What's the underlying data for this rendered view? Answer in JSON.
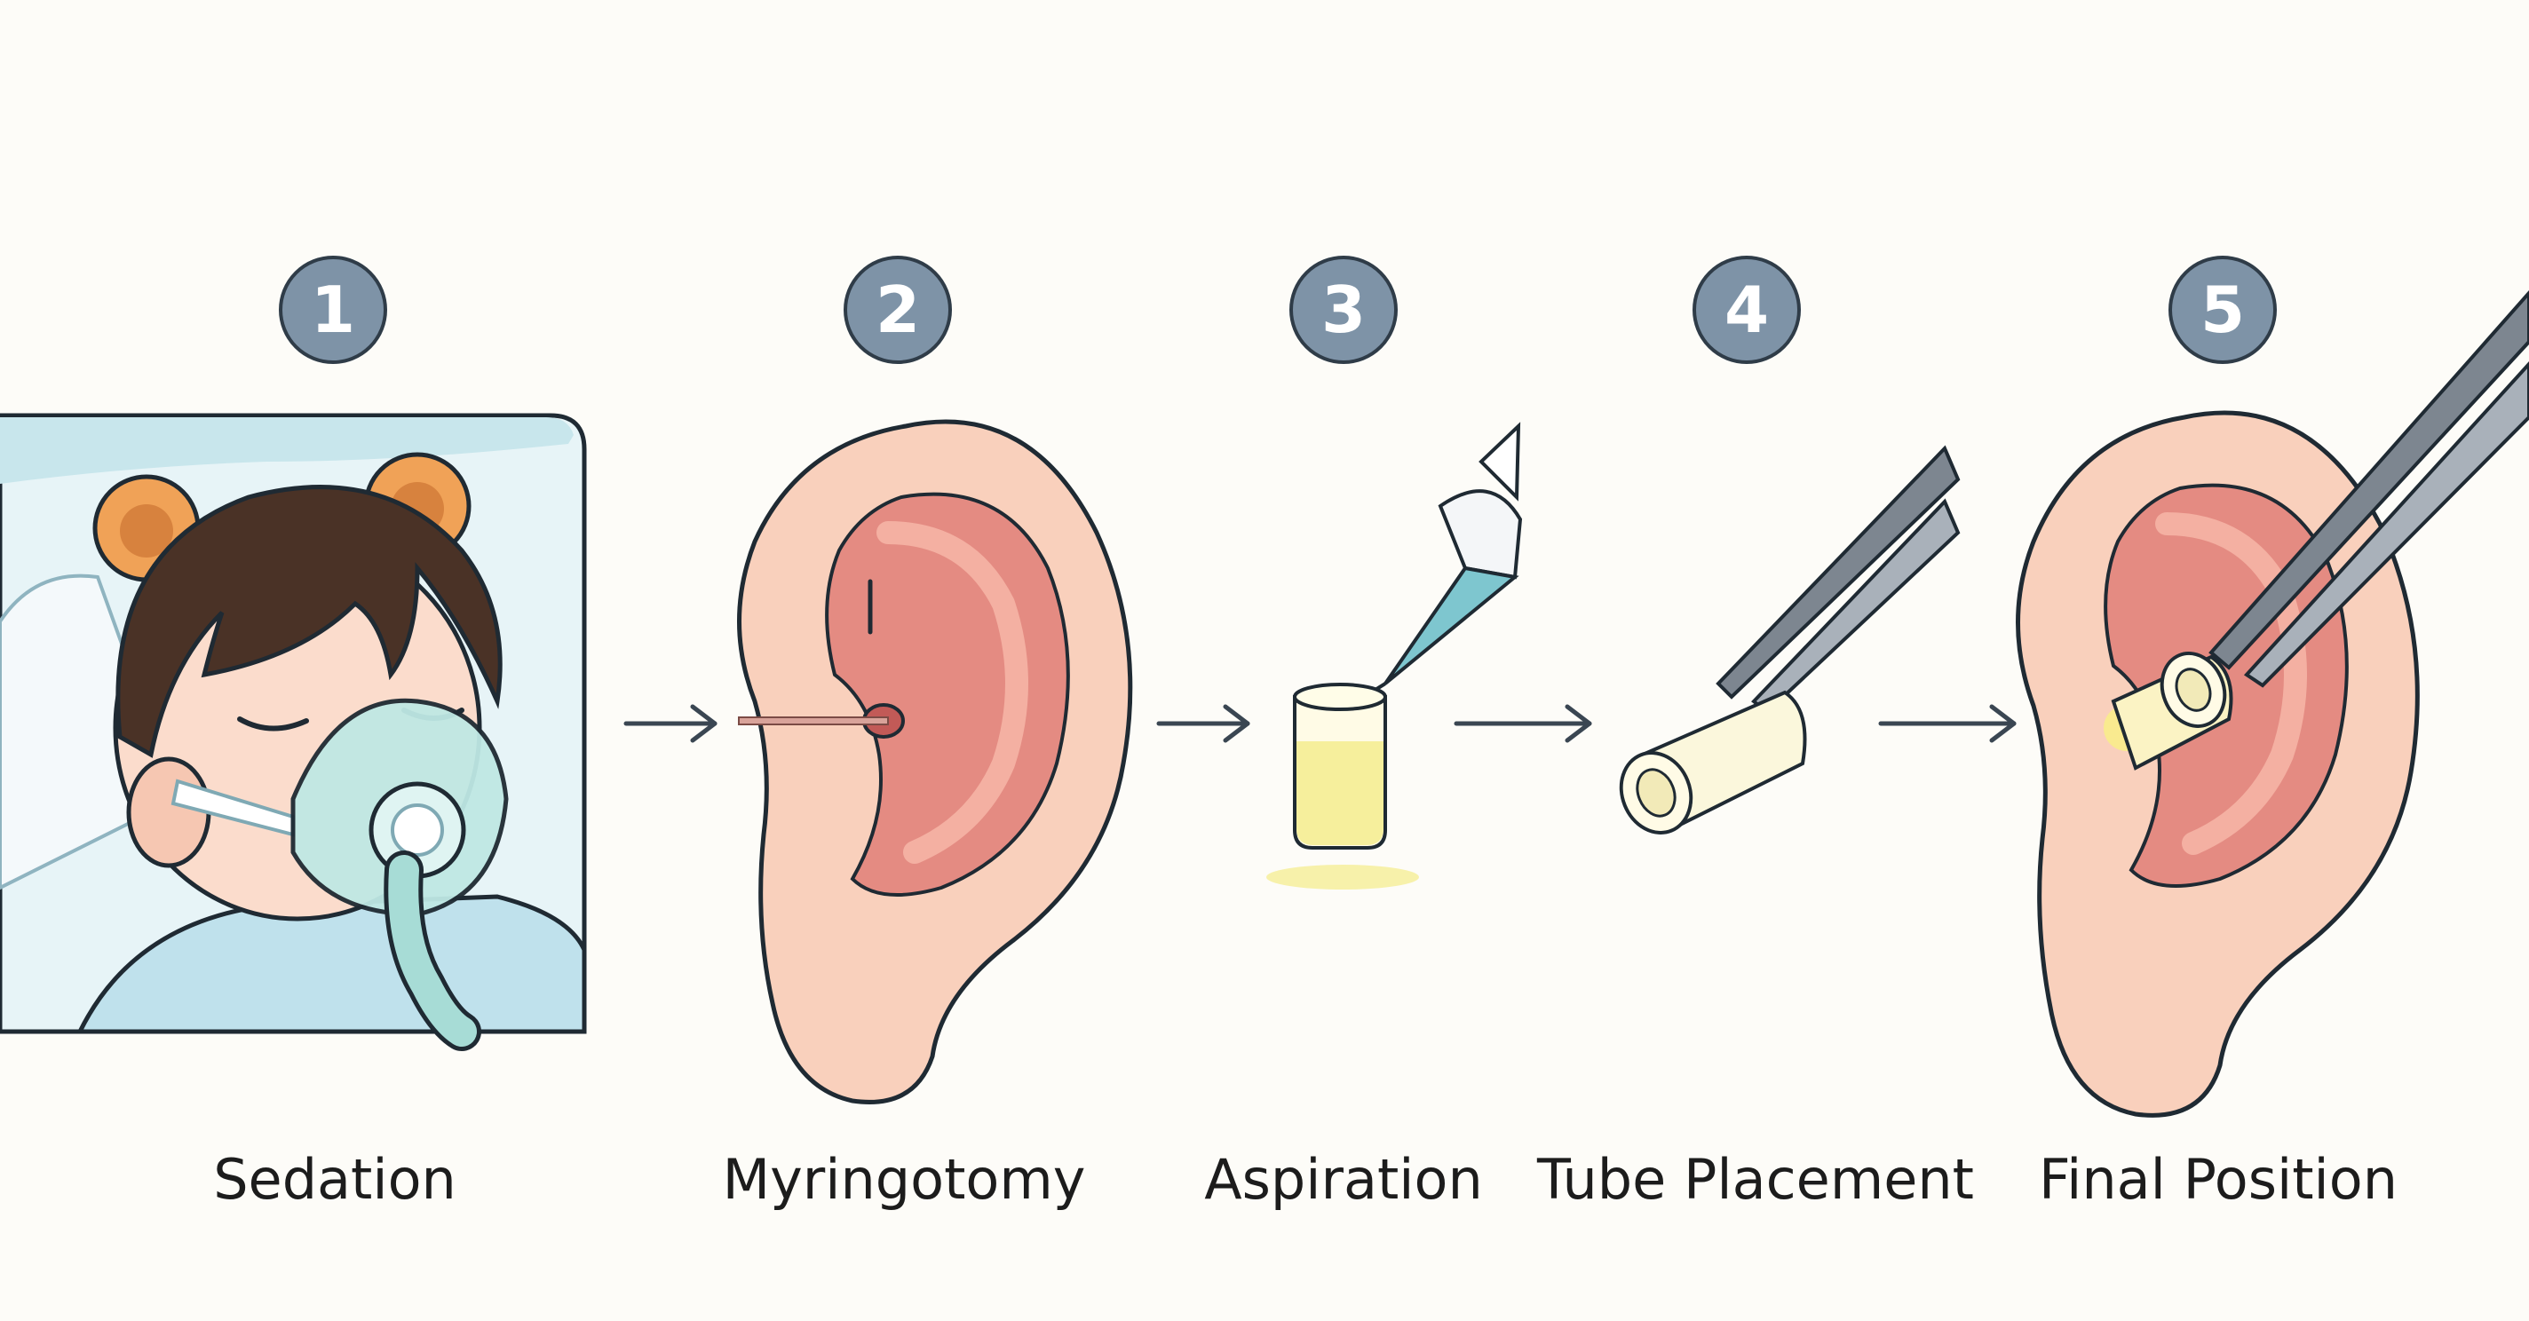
{
  "steps": [
    {
      "number": "1",
      "label": "Sedation"
    },
    {
      "number": "2",
      "label": "Myringotomy"
    },
    {
      "number": "3",
      "label": "Aspiration"
    },
    {
      "number": "4",
      "label": "Tube Placement"
    },
    {
      "number": "5",
      "label": "Final Position"
    }
  ],
  "colors": {
    "badge": "#7e93a7",
    "skin": "#f9d0bc",
    "ear_inner": "#e48b82",
    "mask": "#bfe8e4",
    "fluid": "#f6ef9c",
    "arrow": "#3a4652"
  },
  "icons": [
    "child-mask-icon",
    "ear-icon",
    "syringe-icon",
    "fluid-vial-icon",
    "forceps-icon",
    "ear-tube-icon",
    "arrow-right-icon"
  ]
}
